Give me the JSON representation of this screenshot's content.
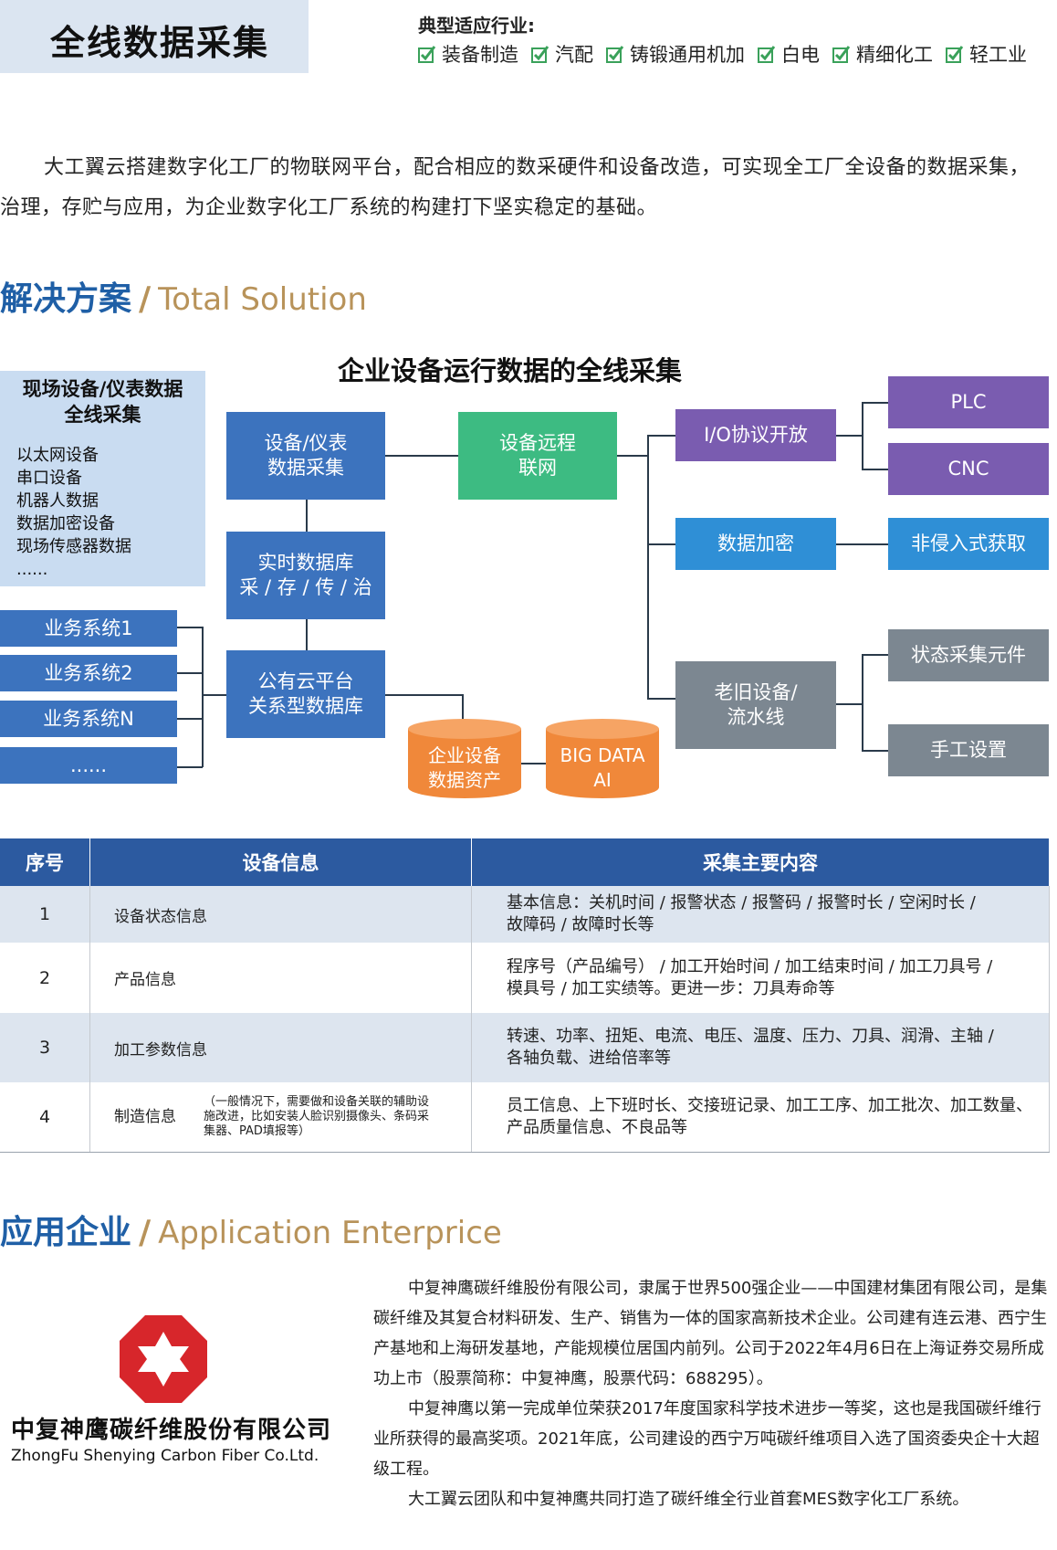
{
  "header": {
    "title": "全线数据采集",
    "industries_label": "典型适应行业:",
    "industries": [
      "装备制造",
      "汽配",
      "铸锻通用机加",
      "白电",
      "精细化工",
      "轻工业"
    ]
  },
  "intro": "大工翼云搭建数字化工厂的物联网平台，配合相应的数采硬件和设备改造，可实现全工厂全设备的数据采集，治理，存贮与应用，为企业数字化工厂系统的构建打下坚实稳定的基础。",
  "solution": {
    "title_cn": "解决方案",
    "title_en": "Total Solution",
    "diagram_title": "企业设备运行数据的全线采集",
    "field": {
      "head_line1": "现场设备/仪表数据",
      "head_line2": "全线采集",
      "items": [
        "以太网设备",
        "串口设备",
        "机器人数据",
        "数据加密设备",
        "现场传感器数据",
        "......"
      ]
    },
    "business": [
      "业务系统1",
      "业务系统2",
      "业务系统N",
      "......"
    ],
    "collect_l1": "设备/仪表",
    "collect_l2": "数据采集",
    "rtdb_l1": "实时数据库",
    "rtdb_l2": "采 / 存 / 传 / 治",
    "cloud_l1": "公有云平台",
    "cloud_l2": "关系型数据库",
    "remote_l1": "设备远程",
    "remote_l2": "联网",
    "io": "I/O协议开放",
    "plc": "PLC",
    "cnc": "CNC",
    "encrypt": "数据加密",
    "noninvasive": "非侵入式获取",
    "old_l1": "老旧设备/",
    "old_l2": "流水线",
    "state": "状态采集元件",
    "manual": "手工设置",
    "asset_l1": "企业设备",
    "asset_l2": "数据资产",
    "bigdata_l1": "BIG DATA",
    "bigdata_l2": "AI"
  },
  "table": {
    "headers": [
      "序号",
      "设备信息",
      "采集主要内容"
    ],
    "rows": [
      {
        "num": "1",
        "info": "设备状态信息",
        "note": "",
        "content_l1": "基本信息：关机时间 / 报警状态 / 报警码 / 报警时长 / 空闲时长 /",
        "content_l2": "故障码 / 故障时长等"
      },
      {
        "num": "2",
        "info": "产品信息",
        "note": "",
        "content_l1": "程序号（产品编号） / 加工开始时间 / 加工结束时间 / 加工刀具号 /",
        "content_l2": "模具号 / 加工实绩等。更进一步：刀具寿命等"
      },
      {
        "num": "3",
        "info": "加工参数信息",
        "note": "",
        "content_l1": "转速、功率、扭矩、电流、电压、温度、压力、刀具、润滑、主轴 /",
        "content_l2": "各轴负载、进给倍率等"
      },
      {
        "num": "4",
        "info": "制造信息",
        "note": "（一般情况下，需要做和设备关联的辅助设施改进，比如安装人脸识别摄像头、条码采集器、PAD填报等）",
        "content_l1": "员工信息、上下班时长、交接班记录、加工工序、加工批次、加工数量、",
        "content_l2": "产品质量信息、不良品等"
      }
    ]
  },
  "enterprise": {
    "title_cn": "应用企业",
    "title_en": "Application Enterprice",
    "logo_cn": "中复神鹰碳纤维股份有限公司",
    "logo_en": "ZhongFu Shenying Carbon Fiber Co.Ltd.",
    "paragraphs": [
      "中复神鹰碳纤维股份有限公司，隶属于世界500强企业——中国建材集团有限公司，是集碳纤维及其复合材料研发、生产、销售为一体的国家高新技术企业。公司建有连云港、西宁生产基地和上海研发基地，产能规模位居国内前列。公司于2022年4月6日在上海证券交易所成功上市（股票简称：中复神鹰，股票代码：688295）。",
      "中复神鹰以第一完成单位荣获2017年度国家科学技术进步一等奖，这也是我国碳纤维行业所获得的最高奖项。2021年底，公司建设的西宁万吨碳纤维项目入选了国资委央企十大超级工程。",
      "大工翼云团队和中复神鹰共同打造了碳纤维全行业首套MES数字化工厂系统。"
    ]
  },
  "colors": {
    "blue": "#3c73be",
    "green": "#3dbb82",
    "purple": "#7a5cb0",
    "cyan": "#2f8fd6",
    "gray": "#7c8791",
    "orange": "#f0883a",
    "brand_red": "#d7262b",
    "section_blue": "#1f5fa6",
    "section_gold": "#b8935a"
  }
}
